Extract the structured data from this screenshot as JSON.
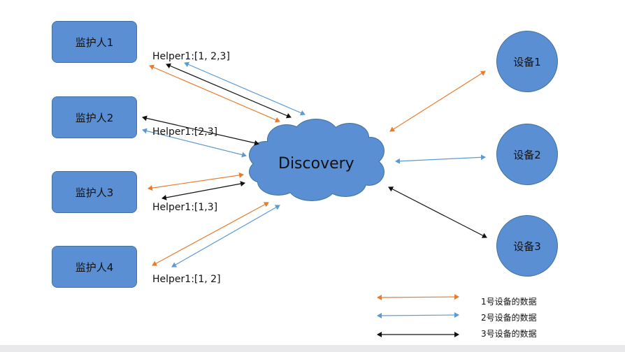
{
  "colors": {
    "device1": "#e77c2c",
    "device2": "#5b9bd5",
    "device3": "#111111",
    "node_fill": "#5b8fd3",
    "node_border": "#41719c"
  },
  "guardians": [
    {
      "label": "监护人1"
    },
    {
      "label": "监护人2"
    },
    {
      "label": "监护人3"
    },
    {
      "label": "监护人4"
    }
  ],
  "helpers": [
    {
      "label": "Helper1:[1, 2,3]"
    },
    {
      "label": "Helper1:[2,3]"
    },
    {
      "label": "Helper1:[1,3]"
    },
    {
      "label": "Helper1:[1, 2]"
    }
  ],
  "discovery": {
    "label": "Discovery"
  },
  "devices": [
    {
      "label": "设备1"
    },
    {
      "label": "设备2"
    },
    {
      "label": "设备3"
    }
  ],
  "legend": [
    {
      "label": "1号设备的数据",
      "color_key": "device1"
    },
    {
      "label": "2号设备的数据",
      "color_key": "device2"
    },
    {
      "label": "3号设备的数据",
      "color_key": "device3"
    }
  ]
}
